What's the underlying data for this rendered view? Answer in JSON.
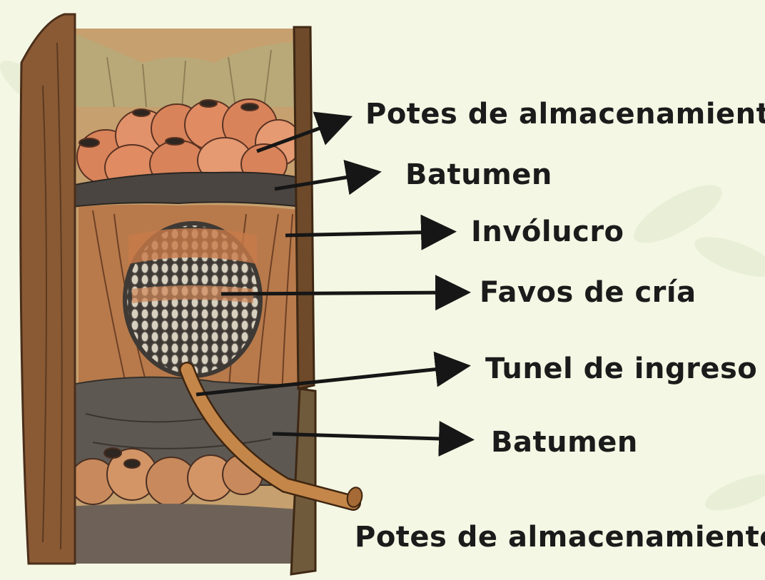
{
  "labels": {
    "storage_pots_top": "Potes de almacenamiento",
    "batumen_top": "Batumen",
    "involucro": "Invólucro",
    "brood_combs": "Favos de cría",
    "entrance_tunnel": "Tunel de ingreso",
    "batumen_bottom": "Batumen",
    "storage_pots_bottom": "Potes de almacenamiento"
  },
  "colors": {
    "background": "#f4f7e4",
    "bark": "#8a5a35",
    "pots": "#d9835a",
    "batumen": "#4a4540",
    "involucro": "#b87a4b",
    "arrows": "#161616"
  }
}
